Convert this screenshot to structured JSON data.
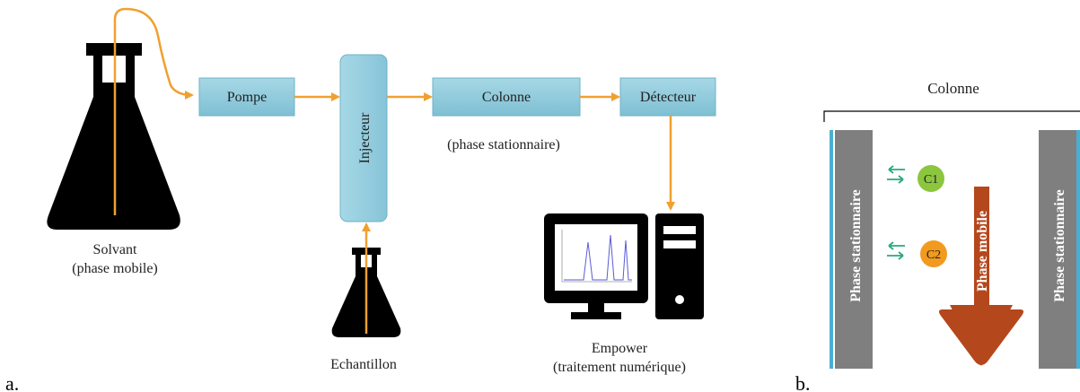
{
  "panel_a": {
    "label": "a.",
    "solvent": {
      "line1": "Solvant",
      "line2": "(phase mobile)"
    },
    "pump": "Pompe",
    "injector": "Injecteur",
    "column": "Colonne",
    "column_note": "(phase stationnaire)",
    "detector": "Détecteur",
    "sample": "Echantillon",
    "software": {
      "line1": "Empower",
      "line2": "(traitement numérique)"
    }
  },
  "panel_b": {
    "label": "b.",
    "title": "Colonne",
    "stationary_left": "Phase stationnaire",
    "stationary_right": "Phase stationnaire",
    "mobile": "Phase mobile",
    "compound_1": "C1",
    "compound_2": "C2"
  },
  "colors": {
    "box_fill": "#8fcadb",
    "box_stroke": "#5aa9c0",
    "flow": "#f0a030",
    "exchange": "#2aa880",
    "stationary": "#7f7f7f",
    "wall": "#4aaed3",
    "mobile_arrow": "#b5471c",
    "c1": "#8cc63f",
    "c2": "#f29a1f"
  }
}
